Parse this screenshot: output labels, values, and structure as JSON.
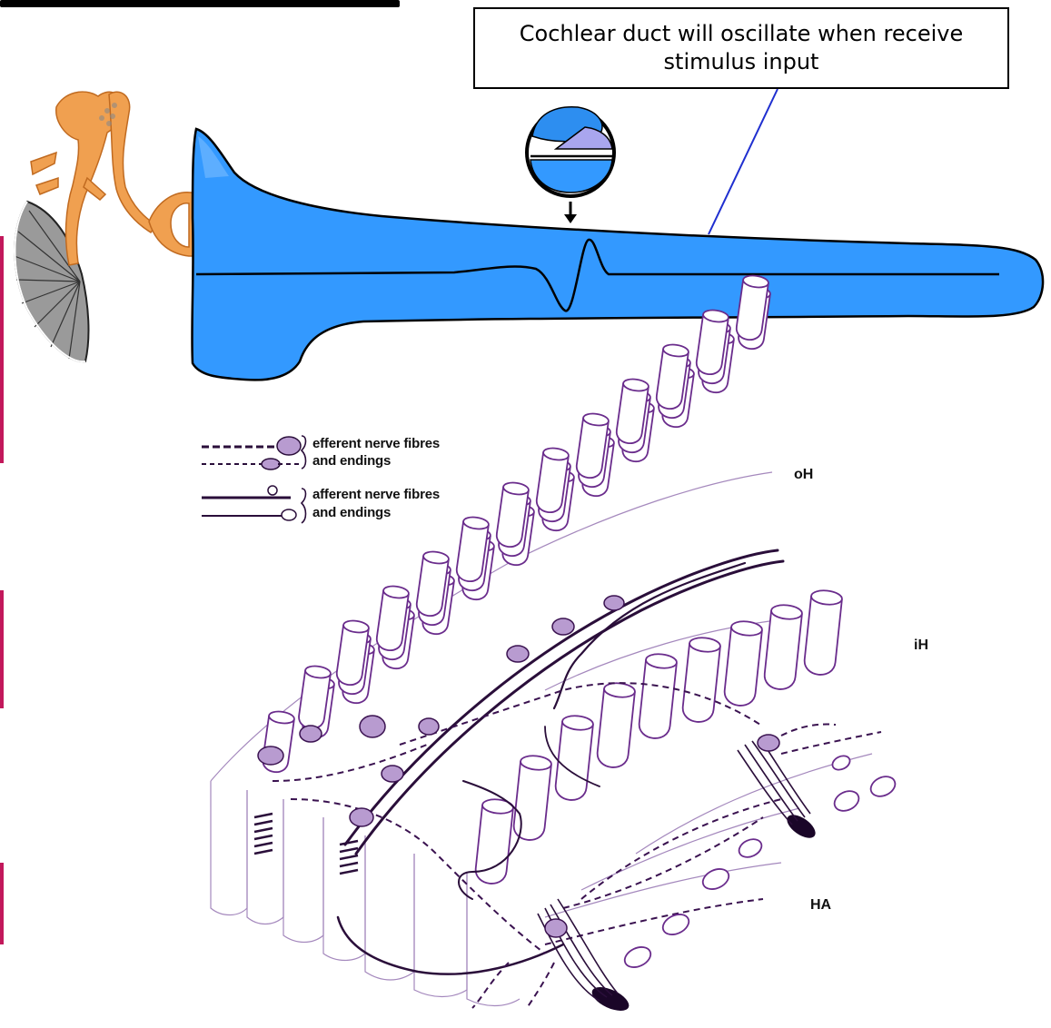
{
  "callout": {
    "text": "Cochlear duct will oscillate when receive stimulus input"
  },
  "legend": {
    "efferent": "efferent nerve fibres",
    "efferent_cont": "and endings",
    "afferent": "afferent nerve fibres",
    "afferent_cont": "and endings"
  },
  "labels": {
    "outer_hair_cells": "oH",
    "inner_hair_cells": "iH",
    "habenula": "HA"
  },
  "colors": {
    "duct_blue": "#3399ff",
    "ossicle_orange": "#f0a050",
    "eardrum_gray": "#9a9a9a",
    "cell_purple": "#6a2c8c",
    "nerve_purple": "#3a1250",
    "callout_line": "#1f2fd0"
  }
}
